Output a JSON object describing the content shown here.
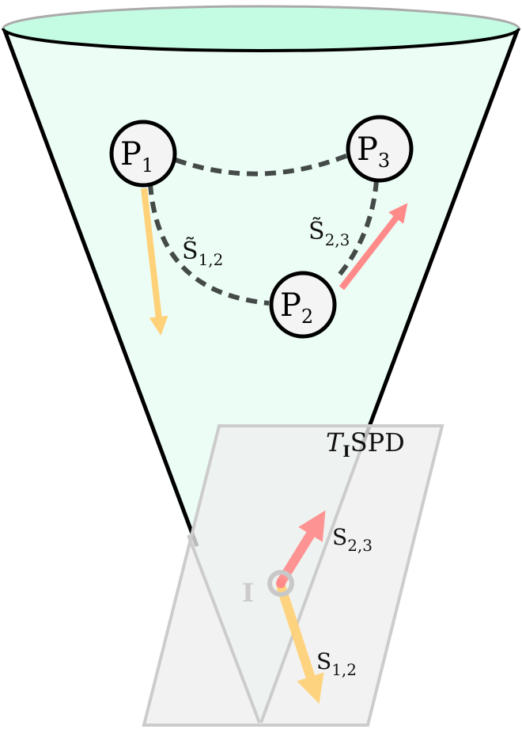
{
  "colors": {
    "cone_fill": "#ecfdf5",
    "cone_rim": "#c4fbe3",
    "cone_stroke": "#000000",
    "tangent_fill": "#eeeeee",
    "tangent_stroke": "#cccccc",
    "geodesic": "#444a48",
    "vector_orange": "#ffd27a",
    "vector_red": "#ff8a8a",
    "identity_gray": "#c8c8c8"
  },
  "nodes": [
    {
      "id": "p1",
      "base": "P",
      "sub": "1"
    },
    {
      "id": "p2",
      "base": "P",
      "sub": "2"
    },
    {
      "id": "p3",
      "base": "P",
      "sub": "3"
    }
  ],
  "geodesics": [
    {
      "id": "s12",
      "base": "S̃",
      "sub": "1,2"
    },
    {
      "id": "s23",
      "base": "S̃",
      "sub": "2,3"
    }
  ],
  "tangent_plane": {
    "label_italic": "T",
    "label_bold_sub": "I",
    "label_rest": "SPD",
    "identity_label": "I"
  },
  "tangent_vectors": [
    {
      "id": "s12",
      "base": "S",
      "sub": "1,2"
    },
    {
      "id": "s23",
      "base": "S",
      "sub": "2,3"
    }
  ]
}
